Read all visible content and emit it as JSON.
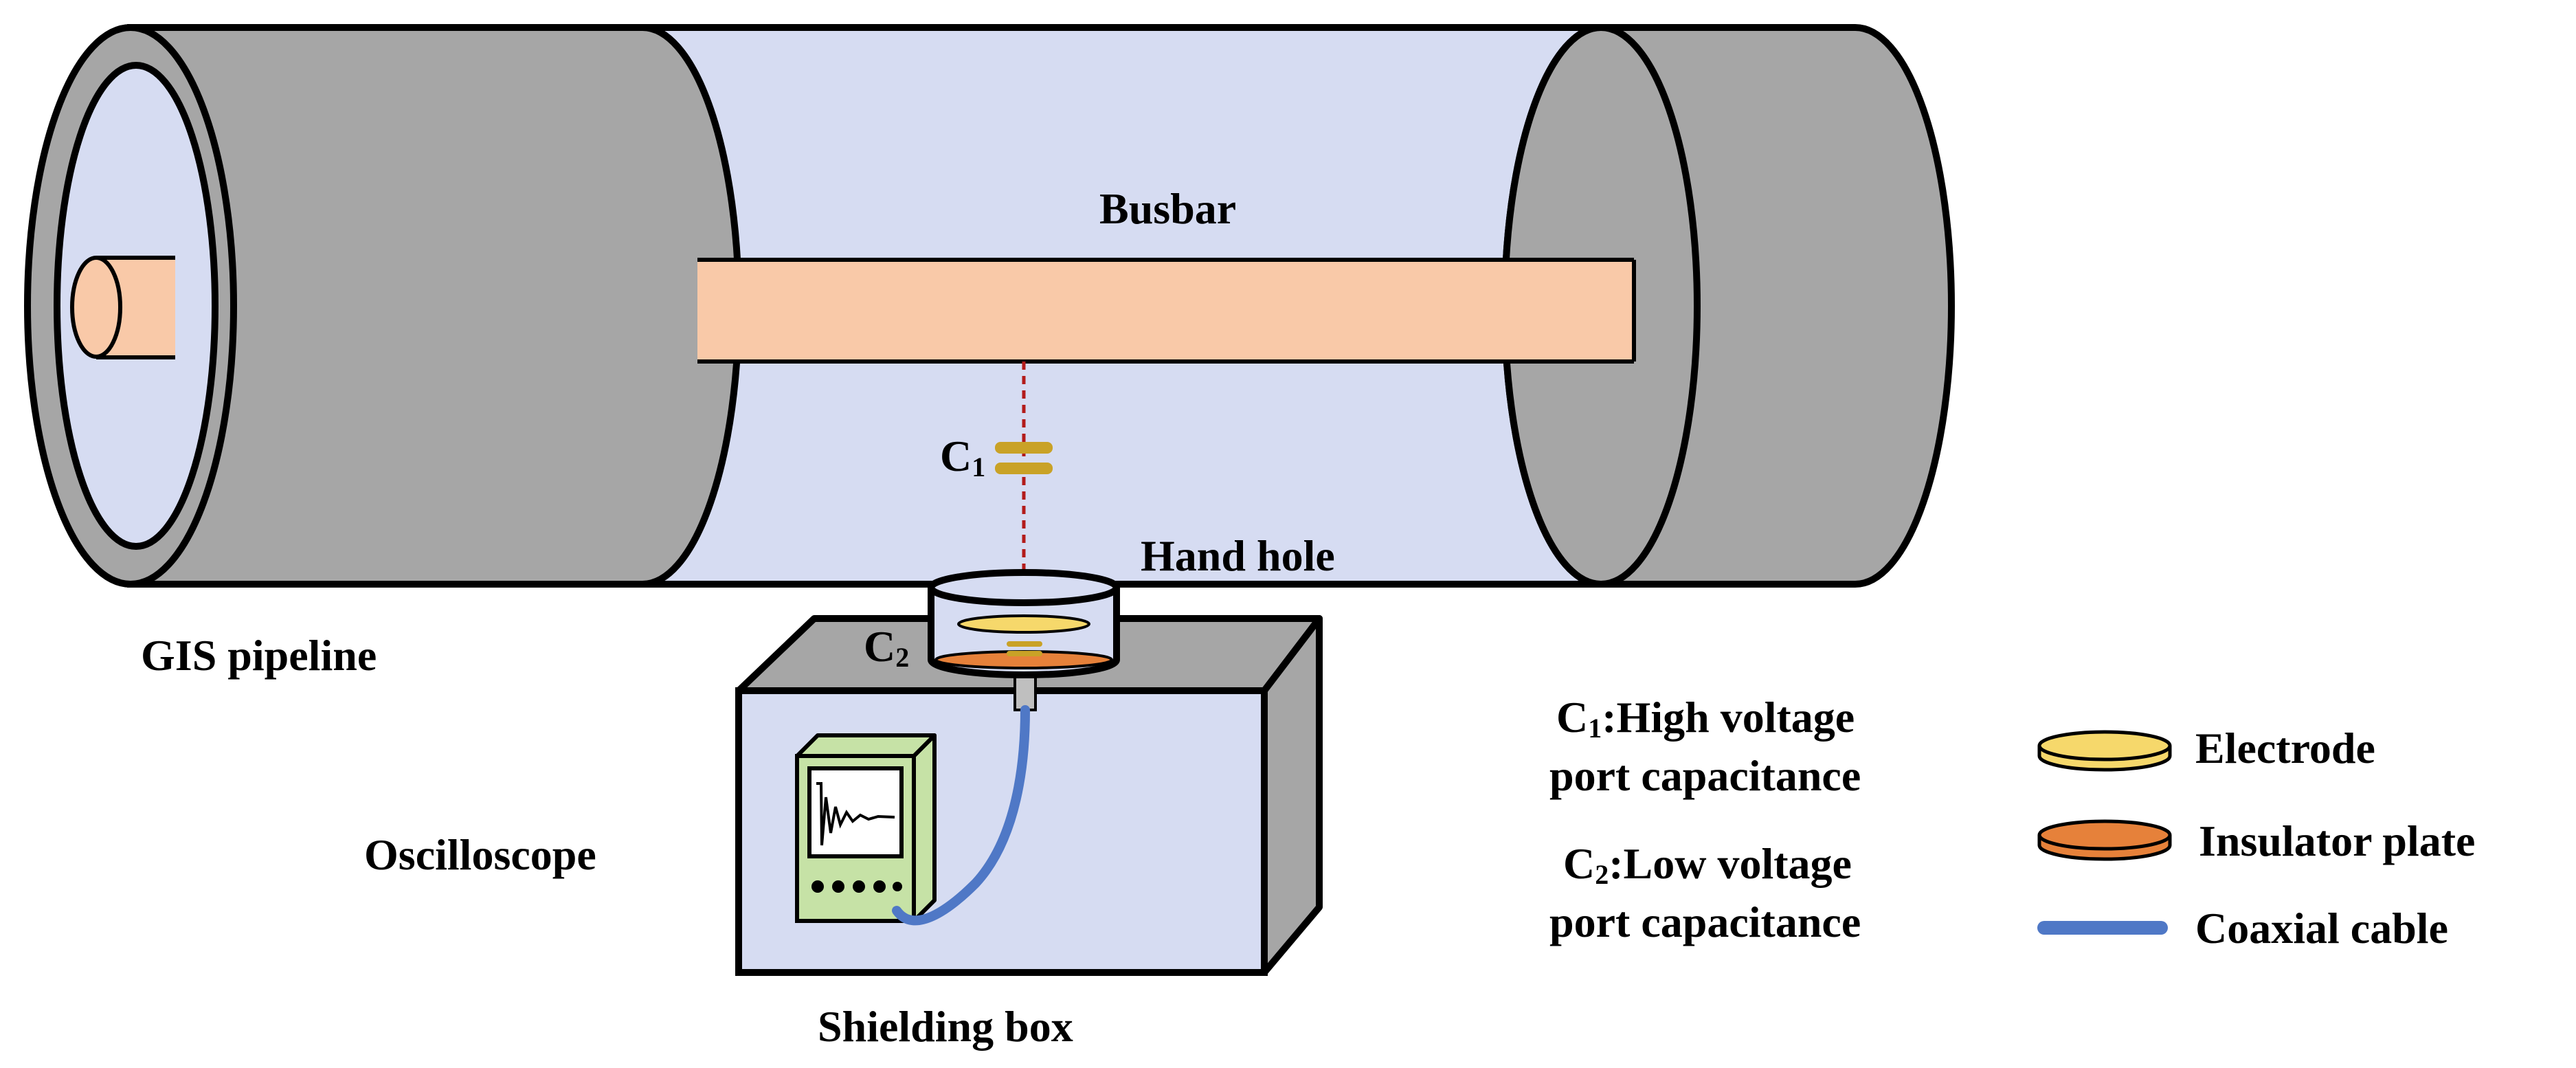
{
  "labels": {
    "busbar": "Busbar",
    "gis_pipeline": "GIS pipeline",
    "hand_hole": "Hand hole",
    "oscilloscope": "Oscilloscope",
    "shielding_box": "Shielding box",
    "c1_main": "C",
    "c1_sub": "1",
    "c2_main": "C",
    "c2_sub": "2"
  },
  "definitions": {
    "c1_symbol": "C",
    "c1_sub": "1",
    "c1_line1": ":High voltage",
    "c1_line2": "port capacitance",
    "c2_symbol": "C",
    "c2_sub": "2",
    "c2_line1": ":Low voltage",
    "c2_line2": "port capacitance"
  },
  "legend": {
    "items": [
      {
        "label": "Electrode",
        "icon": "electrode-disc-icon",
        "color": "#f6d86b"
      },
      {
        "label": "Insulator plate",
        "icon": "insulator-plate-icon",
        "color": "#e6813a"
      },
      {
        "label": "Coaxial cable",
        "icon": "coaxial-cable-line-icon",
        "color": "#4f78c6"
      }
    ]
  },
  "colors": {
    "pipe_gray": "#a6a6a6",
    "pipe_inner": "#d6dcf2",
    "busbar": "#f9c9a8",
    "capacitor_gold": "#c9a227",
    "dashed_line": "#b31b1b",
    "box_face": "#d6dcf2",
    "box_side": "#a6a6a6",
    "scope_body": "#c6e2a6"
  }
}
